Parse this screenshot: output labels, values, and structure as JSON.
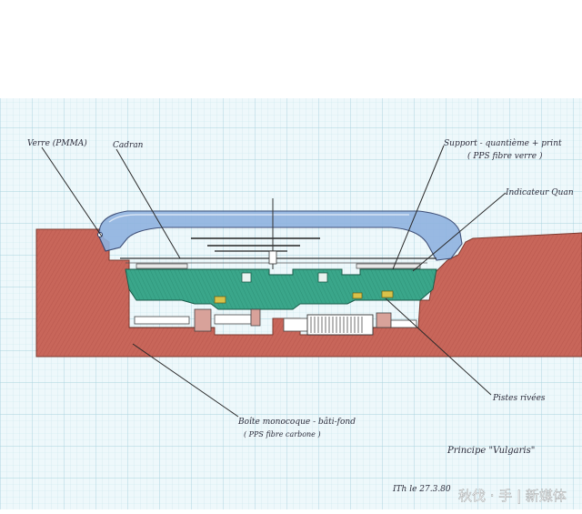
{
  "drawing": {
    "labels": {
      "verre": "Verre (PMMA)",
      "cadran": "Cadran",
      "support": "Support - quantième + print",
      "support_sub": "( PPS fibre verre )",
      "indicator": "Indicateur Quan",
      "pistes": "Pistes rivées",
      "boite": "Boîte monocoque - bâti-fond",
      "boite_sub": "( PPS fibre carbone )",
      "principe": "Principe \"Vulgaris\"",
      "signature": "ITh le 27.3.80"
    },
    "watermark": "秋伐 · 手 | 新媒体",
    "colors": {
      "case": "#c8665a",
      "crystal": "#8fb3e0",
      "support": "#3aa68a",
      "grid": "#b9dde6",
      "paper": "#eef8fb"
    }
  }
}
